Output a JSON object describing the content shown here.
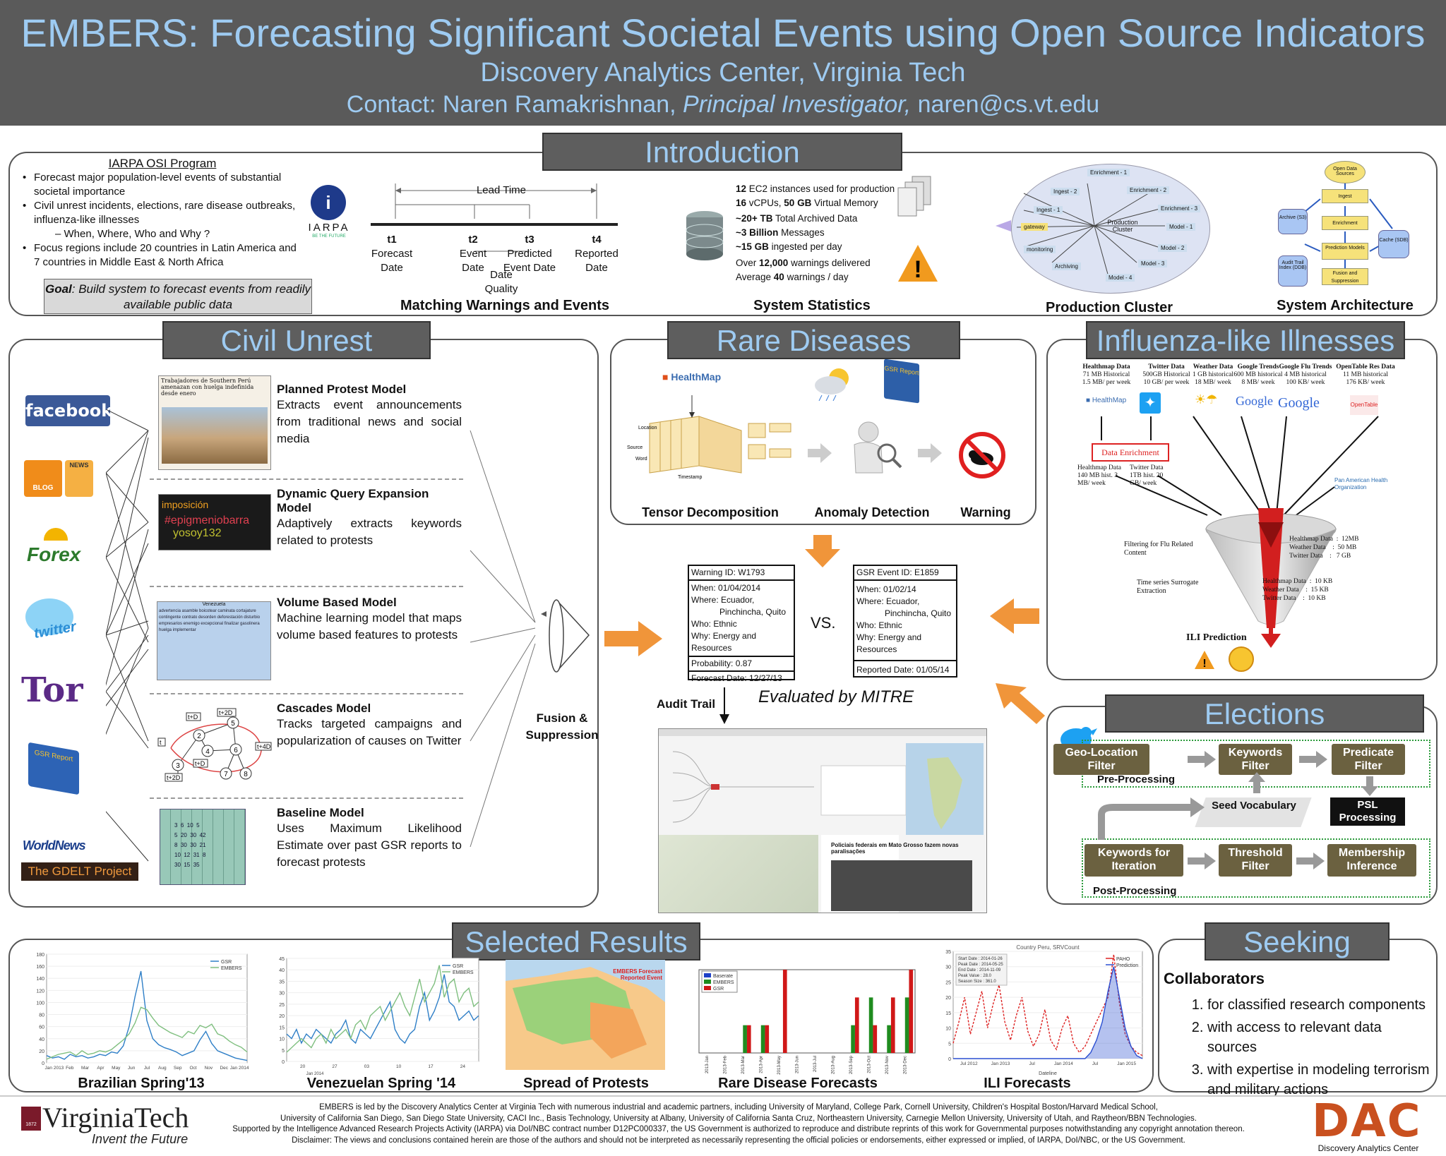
{
  "header": {
    "title": "EMBERS: Forecasting Significant Societal Events using Open Source Indicators",
    "subtitle": "Discovery Analytics Center, Virginia Tech",
    "contact_prefix": "Contact: Naren Ramakrishnan, ",
    "contact_role": "Principal Investigator,",
    "contact_email": " naren@cs.vt.edu"
  },
  "intro": {
    "title": "Introduction",
    "program": "IARPA OSI Program",
    "bullets": [
      "Forecast major population-level events of substantial societal importance",
      "Civil unrest incidents, elections, rare disease outbreaks, influenza-like illnesses",
      "Focus regions include 20 countries in Latin America and 7 countries in Middle East & North Africa"
    ],
    "sub_bullet": "– When, Where, Who and Why ?",
    "goal_label": "Goal",
    "goal_text": ": Build system to forecast events from readily available public data",
    "iarpa_logo": "IARPA",
    "iarpa_tag": "BE THE FUTURE",
    "timeline": {
      "lead_time": "Lead Time",
      "points": [
        {
          "id": "t1",
          "label": "Forecast Date"
        },
        {
          "id": "t2",
          "label": "Event Date"
        },
        {
          "id": "t3",
          "label": "Predicted Event Date"
        },
        {
          "id": "t4",
          "label": "Reported Date"
        }
      ],
      "quality": "Date Quality",
      "caption": "Matching Warnings and Events"
    },
    "stats": {
      "line1_num": "12",
      "line1_text": " EC2 instances used for production",
      "line2_a": "16",
      "line2_b": " vCPUs, ",
      "line2_c": "50 GB",
      "line2_d": " Virtual Memory",
      "line3_a": "~20+ TB",
      "line3_b": " Total Archived Data",
      "line4_a": "~3 Billion",
      "line4_b": " Messages",
      "line5_a": "~15 GB",
      "line5_b": " ingested per day",
      "line6_a": "Over ",
      "line6_b": "12,000",
      "line6_c": " warnings delivered",
      "line7_a": "Average ",
      "line7_b": "40",
      "line7_c": " warnings / day",
      "caption": "System Statistics"
    },
    "cluster": {
      "caption": "Production Cluster",
      "center": "Production Cluster",
      "nodes": [
        "Enrichment - 1",
        "Enrichment - 2",
        "Enrichment - 3",
        "Ingest - 2",
        "Ingest - 1",
        "gateway",
        "monitoring",
        "Archiving",
        "Model - 1",
        "Model - 2",
        "Model - 3",
        "Model - 4"
      ]
    },
    "arch": {
      "caption": "System Architecture",
      "nodes": [
        "Open Data Sources",
        "Ingest",
        "Enrichment",
        "Prediction Models",
        "Fusion and Suppression",
        "Archive (S3)",
        "Audit Trail Index (DDB)",
        "Cache (SDB)"
      ]
    }
  },
  "civil": {
    "title": "Civil Unrest",
    "sources": [
      "facebook",
      "BLOG",
      "NEWS",
      "Forex",
      "twitter",
      "Tor",
      "GSR Report",
      "WorldNews",
      "The GDELT Project"
    ],
    "models": [
      {
        "title": "Planned Protest Model",
        "desc": "Extracts event announcements from traditional news and social media",
        "thumb": "Trabajadores de Southern Perú amenazan con huelga indefinida desde enero"
      },
      {
        "title": "Dynamic Query Expansion Model",
        "desc": "Adaptively extracts keywords related to protests",
        "thumb": "imposición"
      },
      {
        "title": "Volume Based Model",
        "desc": "Machine learning model that maps volume based features to protests",
        "thumb": "Venezuela"
      },
      {
        "title": "Cascades Model",
        "desc": "Tracks targeted campaigns and popularization of causes on Twitter",
        "thumb": ""
      },
      {
        "title": "Baseline Model",
        "desc": "Uses Maximum Likelihood Estimate over past GSR reports to forecast protests",
        "thumb": ""
      }
    ],
    "fusion": "Fusion & Suppression"
  },
  "rare": {
    "title": "Rare Diseases",
    "healthmap": "HealthMap",
    "gsr": "GSR Report",
    "captions": [
      "Tensor Decomposition",
      "Anomaly Detection",
      "Warning"
    ]
  },
  "warning": {
    "id": "Warning ID: W1793",
    "when": "When:  01/04/2014",
    "where1": "Where: Ecuador,",
    "where2": "Pinchincha, Quito",
    "who": "Who: Ethnic",
    "why": "Why: Energy and Resources",
    "prob": "Probability: 0.87",
    "fdate": "Forecast Date: 12/27/13"
  },
  "gsr_event": {
    "id": "GSR Event ID: E1859",
    "when": "When:  01/02/14",
    "where1": "Where: Ecuador,",
    "where2": "Pinchincha, Quito",
    "who": "Who: Ethnic",
    "why": "Why: Energy and Resources",
    "rdate": "Reported Date: 01/05/14"
  },
  "vs": "VS.",
  "mitre": "Evaluated by MITRE",
  "audit": "Audit Trail",
  "audit_news": "Policiais federais em Mato Grosso fazem novas paralisações",
  "ili": {
    "title": "Influenza-like Illnesses",
    "sources": [
      {
        "name": "Healthmap Data",
        "d1": "71 MB Historical",
        "d2": "1.5 MB/ per week"
      },
      {
        "name": "Twitter Data",
        "d1": "500GB Historical",
        "d2": "10 GB/ per week"
      },
      {
        "name": "Weather Data",
        "d1": "1 GB historical",
        "d2": "18 MB/ week"
      },
      {
        "name": "Google Trends",
        "d1": "600 MB historical",
        "d2": "8 MB/ week"
      },
      {
        "name": "Google Flu Trends",
        "d1": "4 MB historical",
        "d2": "100 KB/ week"
      },
      {
        "name": "OpenTable Res Data",
        "d1": "11 MB historical",
        "d2": "176 KB/ week"
      }
    ],
    "enrich": "Data Enrichment",
    "hm_left": "Healthmap Data 140 MB hist. 3 MB/ week",
    "tw_left": "Twitter Data 1TB hist. 20 GB/ week",
    "paho": "Pan American Health Organization",
    "filter": "Filtering for Flu Related Content",
    "surrogate": "Time series Surrogate Extraction",
    "right1": [
      "Healthmap Data  :  12MB",
      "Weather Data    :  50 MB",
      "Twitter Data    :   7 GB"
    ],
    "right2": [
      "Healthmap Data  :  10 KB",
      "Weather Data    :  15 KB",
      "Twitter Data    :  10 KB"
    ],
    "pred": "ILI Prediction"
  },
  "elections": {
    "title": "Elections",
    "pre": "Pre-Processing",
    "post": "Post-Processing",
    "b1": "Geo-Location Filter",
    "b2": "Keywords Filter",
    "b3": "Predicate Filter",
    "seed": "Seed Vocabulary",
    "psl": "PSL Processing",
    "b4": "Keywords for Iteration",
    "b5": "Threshold Filter",
    "b6": "Membership Inference"
  },
  "results": {
    "title": "Selected Results",
    "captions": [
      "Brazilian Spring'13",
      "Venezuelan Spring '14",
      "Spread of Protests",
      "Rare Disease Forecasts",
      "ILI Forecasts"
    ],
    "map_legend": [
      "EMBERS Forecast",
      "Reported Event"
    ]
  },
  "chart_data": [
    {
      "type": "line",
      "title": "",
      "series": [
        {
          "name": "GSR",
          "values": [
            12,
            8,
            10,
            6,
            14,
            10,
            12,
            8,
            10,
            14,
            12,
            18,
            16,
            28,
            60,
            110,
            152,
            70,
            40,
            30,
            25,
            22,
            18,
            12,
            16,
            20,
            38,
            52,
            32,
            20,
            16,
            12,
            8,
            6,
            4
          ]
        },
        {
          "name": "EMBERS",
          "values": [
            6,
            10,
            14,
            16,
            18,
            12,
            20,
            14,
            16,
            20,
            18,
            22,
            30,
            38,
            48,
            66,
            92,
            88,
            74,
            62,
            56,
            50,
            46,
            42,
            52,
            48,
            62,
            58,
            64,
            48,
            44,
            36,
            30,
            26,
            18
          ]
        }
      ],
      "ylim": [
        0,
        180
      ],
      "yticks": [
        "0",
        "20",
        "40",
        "60",
        "80",
        "100",
        "120",
        "140",
        "160",
        "180"
      ],
      "xticks": [
        "Jan 2013",
        "Feb",
        "Mar",
        "Apr",
        "May",
        "Jun",
        "Jul",
        "Aug",
        "Sep",
        "Oct",
        "Nov",
        "Dec",
        "Jan 2014"
      ]
    },
    {
      "type": "line",
      "series": [
        {
          "name": "GSR",
          "values": [
            12,
            10,
            14,
            8,
            12,
            10,
            14,
            12,
            10,
            8,
            12,
            14,
            18,
            10,
            8,
            14,
            12,
            10,
            14,
            18,
            22,
            26,
            14,
            10,
            8,
            12,
            14,
            24,
            30,
            18,
            22,
            28,
            38,
            26,
            24,
            18,
            20,
            22,
            18,
            20
          ]
        },
        {
          "name": "EMBERS",
          "values": [
            4,
            6,
            8,
            10,
            8,
            6,
            10,
            12,
            8,
            14,
            10,
            12,
            14,
            10,
            16,
            18,
            14,
            20,
            22,
            24,
            18,
            22,
            26,
            30,
            24,
            20,
            28,
            36,
            26,
            30,
            34,
            42,
            28,
            34,
            36,
            26,
            30,
            32,
            24,
            26
          ]
        }
      ],
      "ylim": [
        0,
        45
      ],
      "yticks": [
        "0",
        "5",
        "10",
        "15",
        "20",
        "25",
        "30",
        "35",
        "40",
        "45"
      ],
      "xticks": [
        "20",
        "27",
        "03",
        "10",
        "17",
        "24"
      ],
      "xlabel_sub": "Jan 2014"
    },
    {
      "type": "bar",
      "series": [
        {
          "name": "Baserate",
          "color": "#1e40c8",
          "values": [
            0,
            0,
            0,
            0,
            0,
            0,
            0,
            0,
            0,
            0,
            0,
            0
          ]
        },
        {
          "name": "EMBERS",
          "color": "#1f8c1f",
          "values": [
            0,
            0,
            1,
            1,
            0,
            0,
            0,
            0,
            1,
            2,
            1,
            2
          ]
        },
        {
          "name": "GSR",
          "color": "#d01818",
          "values": [
            0,
            0,
            1,
            1,
            3,
            0,
            0,
            0,
            2,
            1,
            2,
            3
          ]
        }
      ],
      "categories": [
        "2013-Jan",
        "2013-Feb",
        "2013-Mar",
        "2013-Apr",
        "2013-May",
        "2013-Jun",
        "2013-Jul",
        "2013-Aug",
        "2013-Sep",
        "2013-Oct",
        "2013-Nov",
        "2013-Dec"
      ],
      "ylim": [
        0,
        3
      ]
    },
    {
      "type": "line",
      "title": "Country Peru, SRVCount",
      "series": [
        {
          "name": "PAHO",
          "values": [
            5,
            12,
            20,
            8,
            15,
            22,
            10,
            18,
            24,
            12,
            6,
            14,
            20,
            9,
            4,
            8,
            16,
            6,
            3,
            10,
            14,
            5,
            2,
            4,
            8,
            12,
            16,
            20,
            34,
            18,
            8,
            4,
            2,
            1
          ]
        },
        {
          "name": "Prediction",
          "values": [
            0,
            0,
            0,
            0,
            0,
            0,
            0,
            0,
            0,
            0,
            0,
            0,
            0,
            0,
            0,
            0,
            0,
            0,
            0,
            0,
            0,
            0,
            0,
            0,
            2,
            6,
            12,
            22,
            30,
            20,
            10,
            4,
            1,
            0
          ]
        }
      ],
      "ylim": [
        0,
        35
      ],
      "yticks": [
        "0",
        "5",
        "10",
        "15",
        "20",
        "25",
        "30",
        "35"
      ],
      "xticks": [
        "Jul 2012",
        "Jan 2013",
        "Jul",
        "Jan 2014",
        "Jul",
        "Jan 2015"
      ],
      "xlabel": "Dateline",
      "stats": [
        "Start Date : 2014-01-26",
        "Peak Date : 2014-05-25",
        "End Date : 2014-11-09",
        "Peak Value : 28.0",
        "Season Size : 361.0"
      ]
    }
  ],
  "seeking": {
    "title": "Seeking",
    "subtitle": "Collaborators",
    "items": [
      "for classified research components",
      "with access to relevant data sources",
      "with expertise in modeling terrorism and military actions"
    ]
  },
  "footer": {
    "vt_name": "VirginiaTech",
    "vt_tag": "Invent the Future",
    "vt_year": "1872",
    "lines": [
      "EMBERS is led by the Discovery Analytics Center at Virginia Tech with numerous industrial and academic partners, including University of Maryland, College Park, Cornell University, Children's Hospital Boston/Harvard Medical School,",
      "University of California San Diego, San Diego State University, CACI Inc., Basis Technology, University at Albany, University of California Santa Cruz, Northeastern University, Carnegie Mellon University, University of Utah, and Raytheon/BBN Technologies.",
      "Supported by the Intelligence Advanced Research Projects Activity (IARPA) via DoI/NBC contract number D12PC000337, the US Government is authorized to reproduce and distribute reprints of this work for Governmental purposes notwithstanding any copyright annotation thereon.",
      "Disclaimer: The views and conclusions contained herein are those of the authors and should not be interpreted as necessarily representing the official policies or endorsements, either expressed or implied, of IARPA, DoI/NBC, or the US Government."
    ],
    "dac_logo": "DAC",
    "dac_name": "Discovery Analytics Center"
  },
  "colors": {
    "header_bg": "#5a5a5a",
    "title_blue": "#9ecbf2",
    "orange": "#f0953a",
    "election_btn": "#6b6140"
  }
}
